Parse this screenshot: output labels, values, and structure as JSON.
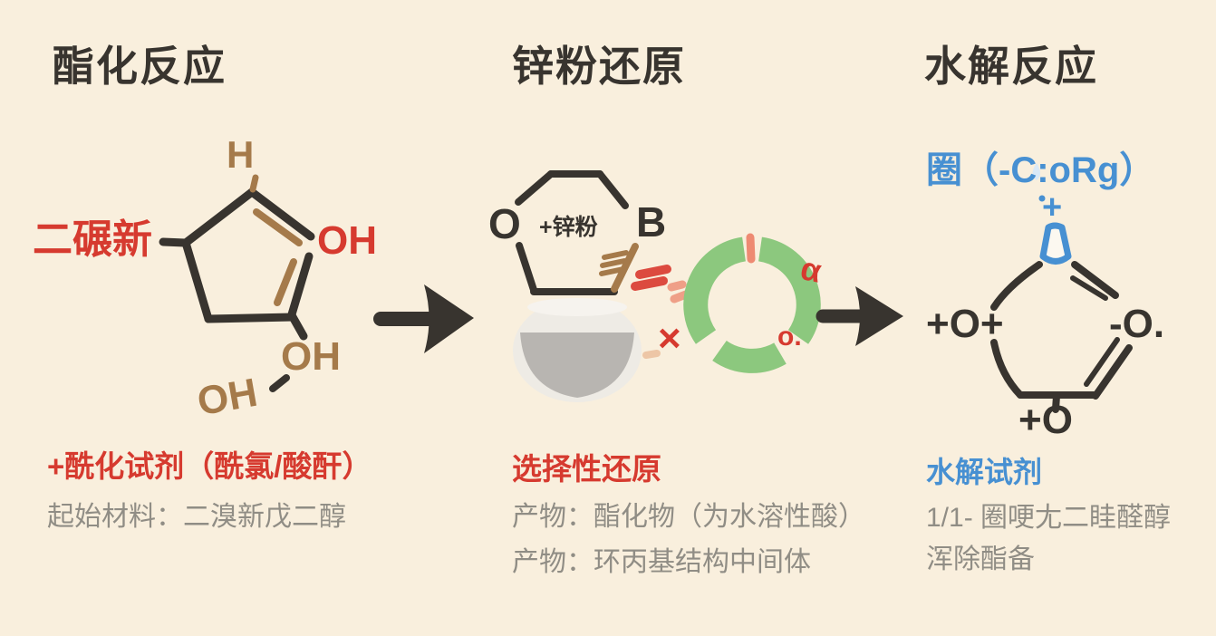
{
  "palette": {
    "background": "#f9efdd",
    "ink": "#38342f",
    "red": "#d63a2f",
    "brown": "#a57a4a",
    "blue": "#4790d2",
    "green": "#8cc87e",
    "salmon": "#ef9f87",
    "gray_text": "#908d85"
  },
  "sections": {
    "esterification": {
      "title": "酯化反应",
      "molecule": {
        "h": "H",
        "substituent": "二碾新",
        "oh_ring": "OH",
        "oh_upper": "OH",
        "oh_lower": "OH"
      },
      "reagent": "+酰化试剂（酰氯/酸酐）",
      "note": "起始材料：二溴新戊二醇"
    },
    "reduction": {
      "title": "锌粉还原",
      "molecule": {
        "o": "O",
        "zinc": "+锌粉",
        "b": "B"
      },
      "cycle": {
        "alpha": "α",
        "o_dot": "o.",
        "cross": "×"
      },
      "reagent": "选择性还原",
      "note1": "产物：酯化物（为水溶性酸）",
      "note2": "产物：环丙基结构中间体"
    },
    "hydrolysis": {
      "title": "水解反应",
      "formula": "圈（-C:oRg）",
      "plus": "+",
      "molecule": {
        "o_left": "+O+",
        "o_right": "-O.",
        "o_bottom": "+O"
      },
      "reagent": "水解试剂",
      "note1": "1/1- 圈哽尢二眭醛醇",
      "note2": "浑除酯备"
    }
  }
}
